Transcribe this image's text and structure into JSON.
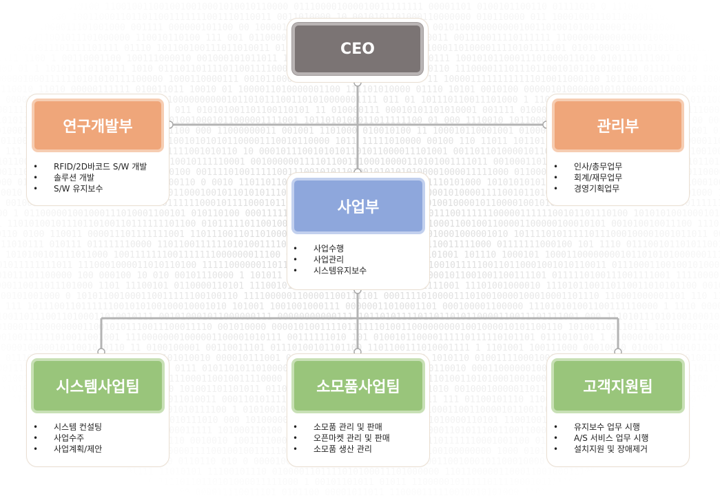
{
  "colors": {
    "ceo": "#7b7474",
    "department": "#efa67a",
    "business": "#8ea7dc",
    "team": "#99c57b",
    "connector": "#b3b3b3"
  },
  "ceo": {
    "label": "CEO"
  },
  "rnd": {
    "label": "연구개발부",
    "duties": [
      "RFID/2D바코드 S/W 개발",
      "솔루션 개발",
      "S/W 유지보수"
    ]
  },
  "admin": {
    "label": "관리부",
    "duties": [
      "인사/총무업무",
      "회계/재무업무",
      "경영기획업무"
    ]
  },
  "business": {
    "label": "사업부",
    "duties": [
      "사업수행",
      "사업관리",
      "시스템유지보수"
    ]
  },
  "teams": [
    {
      "label": "시스템사업팀",
      "duties": [
        "시스템 컨설팅",
        "사업수주",
        "사업계획/제안"
      ]
    },
    {
      "label": "소모품사업팀",
      "duties": [
        "소모품 관리 및 판매",
        "오픈마켓 관리 및 판매",
        "소모품 생산 관리"
      ]
    },
    {
      "label": "고객지원팀",
      "duties": [
        "유지보수 업무 시행",
        "A/S 서비스 업무 시행",
        "설치지원 및 장애제거"
      ]
    }
  ]
}
